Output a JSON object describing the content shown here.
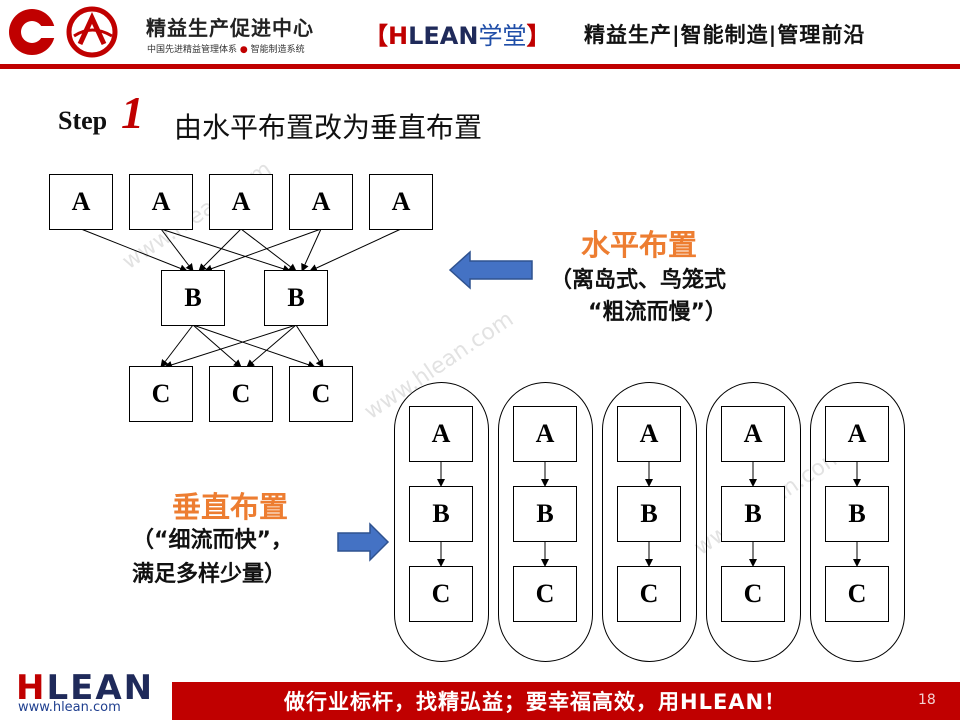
{
  "header": {
    "brand_name": "精益生产促进中心",
    "brand_sub_left": "中国先进精益管理体系",
    "brand_sub_dot": "●",
    "brand_sub_right": "智能制造系统",
    "tag_open": "【",
    "tag_h": "H",
    "tag_lean": "LEAN",
    "tag_school": "学堂",
    "tag_close": "】",
    "tagline": "精益生产|智能制造|管理前沿"
  },
  "slide": {
    "step_label": "Step",
    "step_number": "1",
    "title": "由水平布置改为垂直布置"
  },
  "horizontal": {
    "row_a": [
      "A",
      "A",
      "A",
      "A",
      "A"
    ],
    "row_b": [
      "B",
      "B"
    ],
    "row_c": [
      "C",
      "C",
      "C"
    ],
    "label": "水平布置",
    "desc_line1": "（离岛式、鸟笼式",
    "desc_line2": "“粗流而慢”）"
  },
  "vertical": {
    "lines": [
      {
        "a": "A",
        "b": "B",
        "c": "C"
      },
      {
        "a": "A",
        "b": "B",
        "c": "C"
      },
      {
        "a": "A",
        "b": "B",
        "c": "C"
      },
      {
        "a": "A",
        "b": "B",
        "c": "C"
      },
      {
        "a": "A",
        "b": "B",
        "c": "C"
      }
    ],
    "label": "垂直布置",
    "desc_line1": "（“细流而快”，",
    "desc_line2": "满足多样少量）"
  },
  "watermark": "www.hlean.com",
  "footer": {
    "logo_h": "H",
    "logo_rest": "LEAN",
    "url": "www.hlean.com",
    "slogan": "做行业标杆，找精弘益；要幸福高效，用HLEAN！",
    "page_number": "18"
  },
  "colors": {
    "brand_red": "#c00000",
    "label_orange": "#ed7d31",
    "arrow_blue": "#4472c4",
    "navy": "#1f2a5a"
  }
}
